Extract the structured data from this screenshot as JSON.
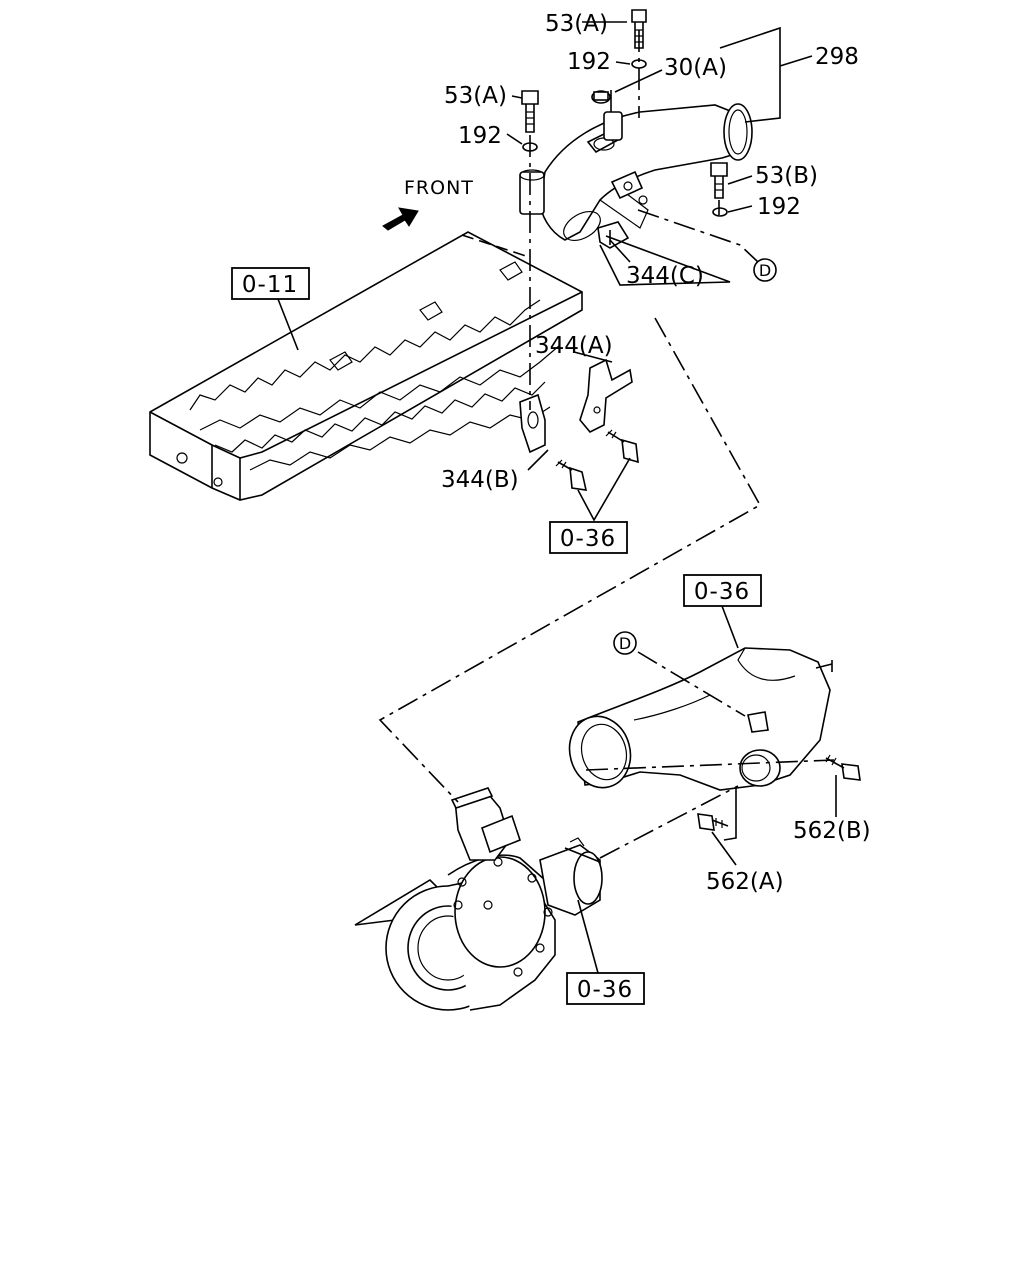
{
  "diagram": {
    "front_label": "FRONT",
    "callouts": {
      "bolt_53a_top": "53(A)",
      "washer_192_top": "192",
      "nut_30a": "30(A)",
      "pipe_298": "298",
      "bolt_53a_left": "53(A)",
      "washer_192_left": "192",
      "bolt_53b": "53(B)",
      "washer_192_right": "192",
      "bracket_344c": "344(C)",
      "bracket_344a": "344(A)",
      "bracket_344b": "344(B)",
      "bolt_562b": "562(B)",
      "bolt_562a": "562(A)"
    },
    "refs": {
      "cylinder_head": "0-11",
      "bolts_group": "0-36",
      "intake_pipe": "0-36",
      "turbocharger": "0-36"
    },
    "connectors": {
      "d_upper": "D",
      "d_lower": "D"
    }
  }
}
